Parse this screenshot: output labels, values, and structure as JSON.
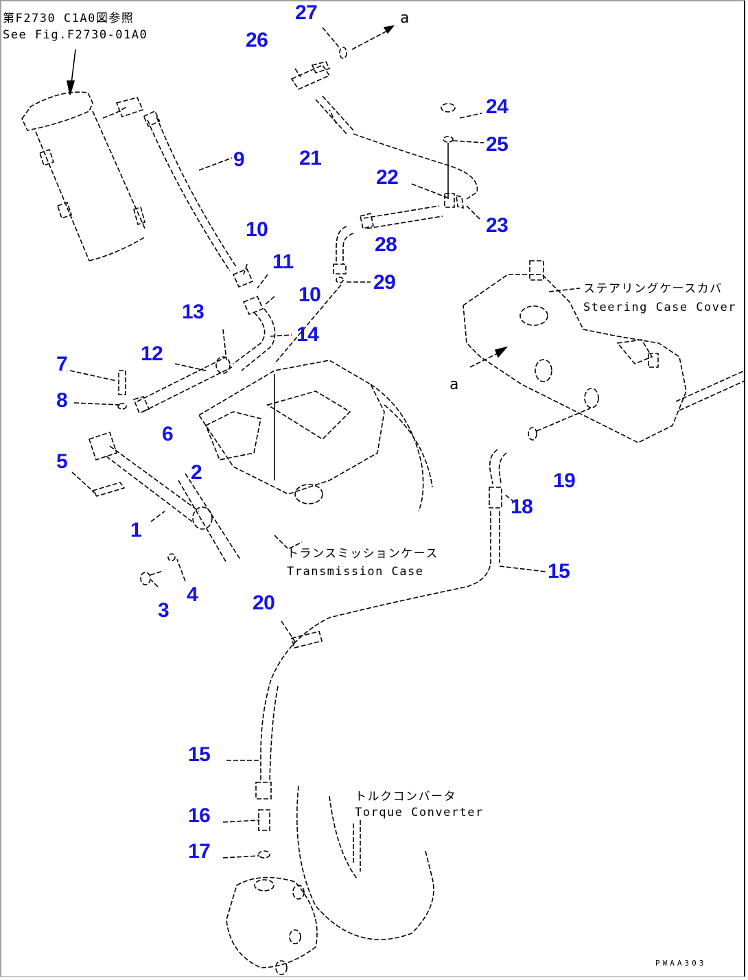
{
  "diagram": {
    "title_ref": {
      "jp": "第F2730 C1A0図参照",
      "en": "See Fig.F2730-01A0"
    },
    "labels": [
      {
        "id": "steering-case-cover",
        "jp": "ステアリングケースカバ",
        "en": "Steering Case Cover"
      },
      {
        "id": "transmission-case",
        "jp": "トランスミッションケース",
        "en": "Transmission Case"
      },
      {
        "id": "torque-converter",
        "jp": "トルクコンバータ",
        "en": "Torque Converter"
      }
    ],
    "connection_refs": {
      "upper": "a",
      "lower": "a"
    },
    "drawing_code": "PWAA303",
    "callouts": [
      "1",
      "2",
      "3",
      "4",
      "5",
      "6",
      "7",
      "8",
      "9",
      "10",
      "10",
      "11",
      "12",
      "13",
      "14",
      "15",
      "15",
      "16",
      "17",
      "18",
      "19",
      "20",
      "21",
      "22",
      "23",
      "24",
      "25",
      "26",
      "27",
      "28",
      "29"
    ],
    "colors": {
      "callout": "#1414e6",
      "line": "#000000",
      "background": "#ffffff"
    }
  }
}
